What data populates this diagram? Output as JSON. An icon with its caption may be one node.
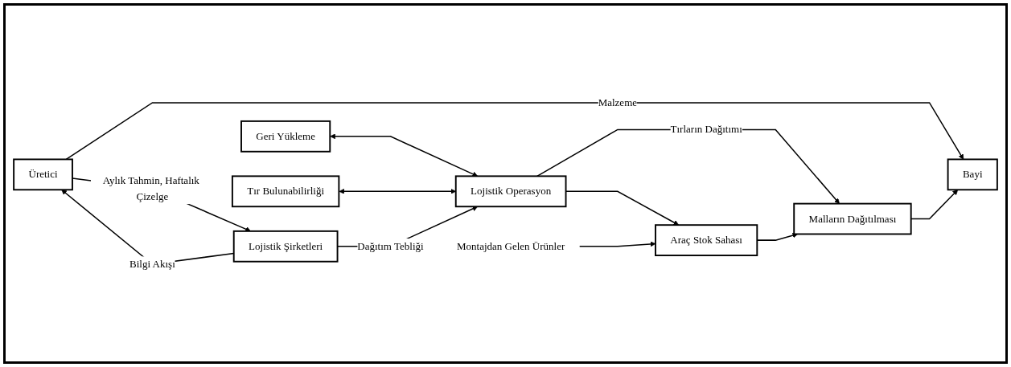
{
  "diagram": {
    "nodes": [
      {
        "text": [
          "Geri Yükleme"
        ]
      },
      {
        "text": [
          "Tır Bulunabilirliği"
        ]
      },
      {
        "text": [
          "Lojistik Operasyon"
        ]
      },
      {
        "text": [
          "Lojistik Şirketleri"
        ]
      },
      {
        "text": [
          "Üretici"
        ]
      },
      {
        "text": [
          "Montajdan Gelen Ürünler"
        ]
      },
      {
        "text": [
          "Araç Stok Sahası"
        ]
      },
      {
        "text": [
          "Malların Dağıtılması"
        ]
      },
      {
        "text": [
          "Bayi"
        ]
      }
    ],
    "edges": [
      {
        "from": 0,
        "to": 2,
        "arrow": "both"
      },
      {
        "from": 1,
        "to": 2,
        "arrow": "both"
      },
      {
        "from": 3,
        "to": 2,
        "arrow": "to",
        "label": "Dağıtım Tebliği"
      },
      {
        "from": 3,
        "to": 4,
        "arrow": "to",
        "label": "Bilgi Akışı"
      },
      {
        "from": 4,
        "to": 3,
        "arrow": "to",
        "label": "Aylık Tahmin, Haftalık Çizelge"
      },
      {
        "from": 2,
        "to": 6,
        "arrow": "to"
      },
      {
        "from": 2,
        "to": 7,
        "arrow": "to",
        "label": "Tırların Dağıtımı"
      },
      {
        "from": 4,
        "to": 8,
        "arrow": "to",
        "label": "Malzeme"
      },
      {
        "from": 5,
        "to": 6,
        "arrow": "to"
      },
      {
        "from": 6,
        "to": 7,
        "arrow": "to"
      },
      {
        "from": 7,
        "to": 8,
        "arrow": "to"
      }
    ]
  }
}
